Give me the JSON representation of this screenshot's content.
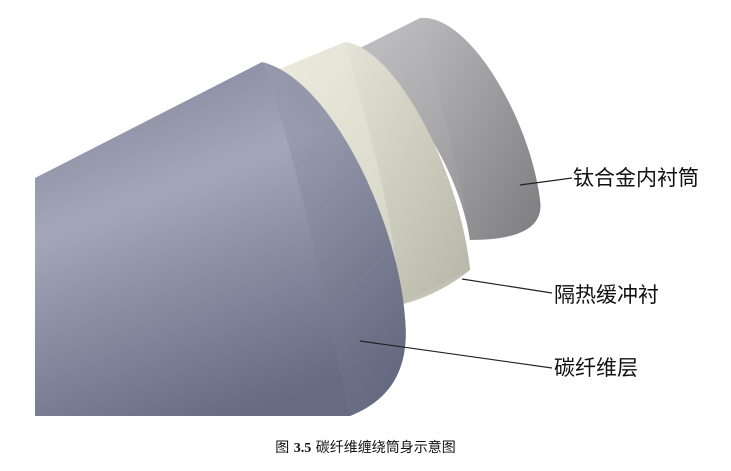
{
  "labels": {
    "inner_tube": "钛合金内衬筒",
    "insulation": "隔热缓冲衬",
    "carbon_layer": "碳纤维层"
  },
  "caption": {
    "prefix": "图",
    "number": "3.5",
    "text": "碳纤维缠绕筒身示意图"
  },
  "colors": {
    "carbon_layer": "#8f94a8",
    "insulation": "#dadacb",
    "inner_tube": "#9d9d9f",
    "leader_line": "#222222"
  }
}
